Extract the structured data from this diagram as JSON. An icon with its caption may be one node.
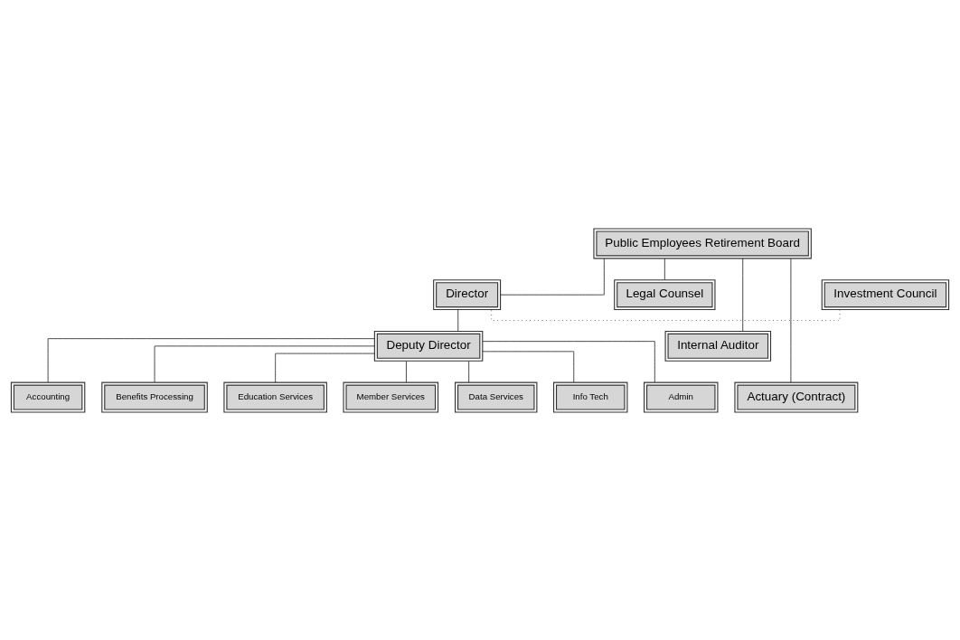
{
  "diagram": {
    "nodes": [
      {
        "text": [
          "Public Employees Retirement Board"
        ]
      },
      {
        "text": [
          "Investment Council"
        ]
      },
      {
        "text": [
          "Director"
        ]
      },
      {
        "text": [
          "Deputy Director"
        ]
      },
      {
        "text": [
          "Legal Counsel"
        ]
      },
      {
        "text": [
          "Internal Auditor"
        ]
      },
      {
        "text": [
          "Actuary (Contract)"
        ]
      },
      {
        "text": [
          "Accounting"
        ]
      },
      {
        "text": [
          "Benefits Processing"
        ]
      },
      {
        "text": [
          "Education Services"
        ]
      },
      {
        "text": [
          "Member Services"
        ]
      },
      {
        "text": [
          "Data Services"
        ]
      },
      {
        "text": [
          "Info Tech"
        ]
      },
      {
        "text": [
          "Admin"
        ]
      }
    ],
    "edges": [
      {
        "from": 0,
        "to": 2,
        "arrow": "none"
      },
      {
        "from": 1,
        "to": 2,
        "arrow": "none",
        "style": "dashed"
      },
      {
        "from": 2,
        "to": 3,
        "arrow": "none"
      },
      {
        "from": 0,
        "to": 4,
        "arrow": "none"
      },
      {
        "from": 0,
        "to": 5,
        "arrow": "none"
      },
      {
        "from": 0,
        "to": 6,
        "arrow": "none"
      },
      {
        "from": 3,
        "to": 7,
        "arrow": "none"
      },
      {
        "from": 3,
        "to": 8,
        "arrow": "none"
      },
      {
        "from": 3,
        "to": 9,
        "arrow": "none"
      },
      {
        "from": 3,
        "to": 10,
        "arrow": "none"
      },
      {
        "from": 3,
        "to": 11,
        "arrow": "none"
      },
      {
        "from": 3,
        "to": 12,
        "arrow": "none"
      },
      {
        "from": 3,
        "to": 13,
        "arrow": "none"
      }
    ]
  }
}
